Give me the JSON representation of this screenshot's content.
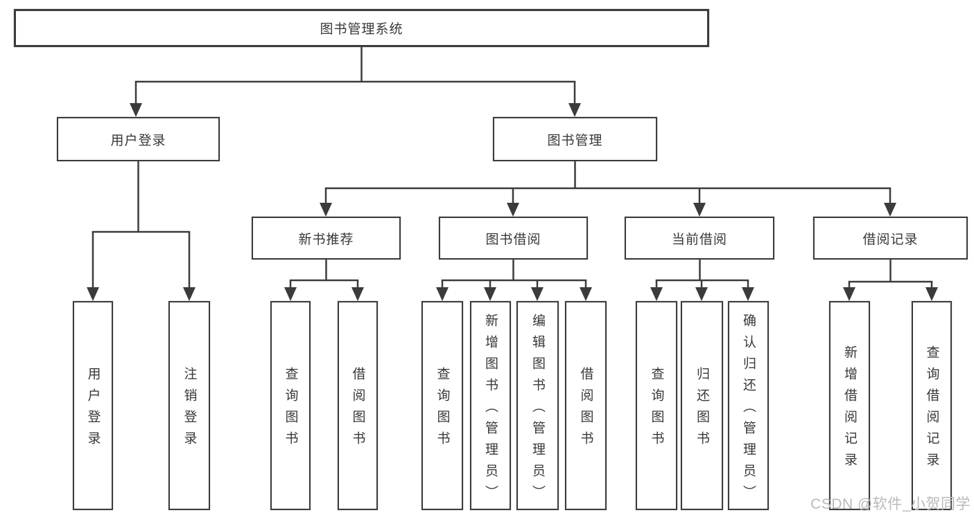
{
  "diagram": {
    "root": {
      "label": "图书管理系统"
    },
    "branches": {
      "user_login": {
        "label": "用户登录",
        "children": [
          "用户登录",
          "注销登录"
        ]
      },
      "book_management": {
        "label": "图书管理",
        "sections": {
          "new_book_recommend": {
            "label": "新书推荐",
            "children": [
              "查询图书",
              "借阅图书"
            ]
          },
          "book_borrowing": {
            "label": "图书借阅",
            "children": [
              "查询图书",
              "新增图书（管理员）",
              "编辑图书（管理员）",
              "借阅图书"
            ]
          },
          "current_borrowing": {
            "label": "当前借阅",
            "children": [
              "查询图书",
              "归还图书",
              "确认归还（管理员）"
            ]
          },
          "borrowing_records": {
            "label": "借阅记录",
            "children": [
              "新增借阅记录",
              "查询借阅记录"
            ]
          }
        }
      }
    }
  },
  "watermark": {
    "text": "CSDN @软件_小贺同学"
  },
  "colors": {
    "line": "#3b3b3b",
    "text": "#383838",
    "watermark": "#b9b9b9",
    "background": "#ffffff"
  }
}
